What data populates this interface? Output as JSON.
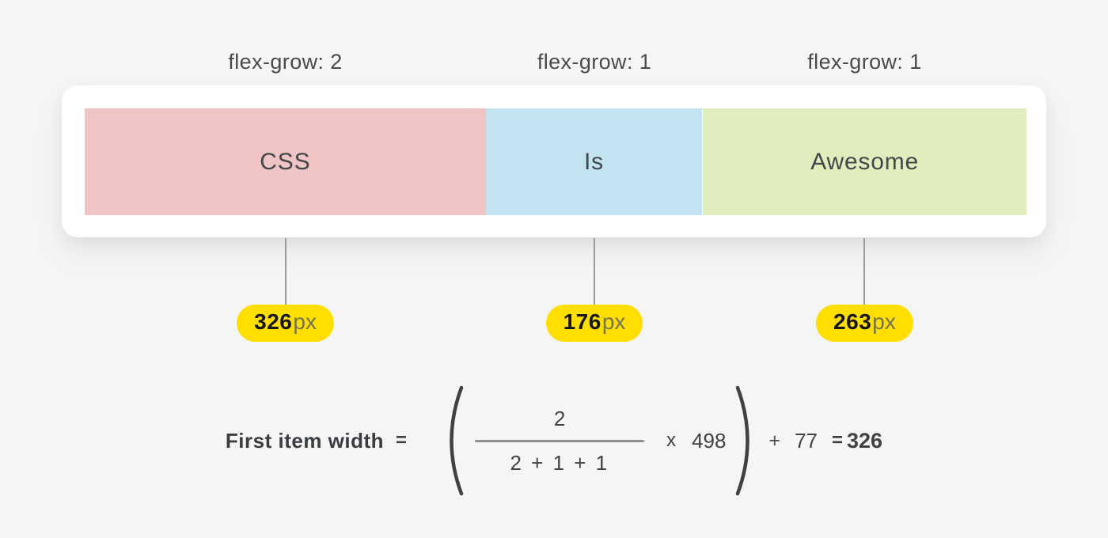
{
  "colors": {
    "background": "#f5f5f6",
    "card": "#ffffff",
    "badge_bg": "#ffde00",
    "connector": "#9b9b9b",
    "formula_text": "#3f4245"
  },
  "flex_items": [
    {
      "flex_grow_label": "flex-grow: 2",
      "label": "CSS",
      "color": "#f0c3c5",
      "width_value": "326",
      "width_unit": "px",
      "grow": 326
    },
    {
      "flex_grow_label": "flex-grow: 1",
      "label": "Is",
      "color": "#c2e4f0",
      "width_value": "176",
      "width_unit": "px",
      "grow": 176
    },
    {
      "flex_grow_label": "flex-grow: 1",
      "label": "Awesome",
      "color": "#e2edbe",
      "width_value": "263",
      "width_unit": "px",
      "grow": 263
    }
  ],
  "formula": {
    "lhs": "First item width",
    "equals": "=",
    "numerator": "2",
    "denominator": "2 + 1 + 1",
    "multiply_sign": "x",
    "container_width": "498",
    "plus_sign": "+",
    "base_width": "77",
    "result_equals": "=",
    "result": "326"
  }
}
